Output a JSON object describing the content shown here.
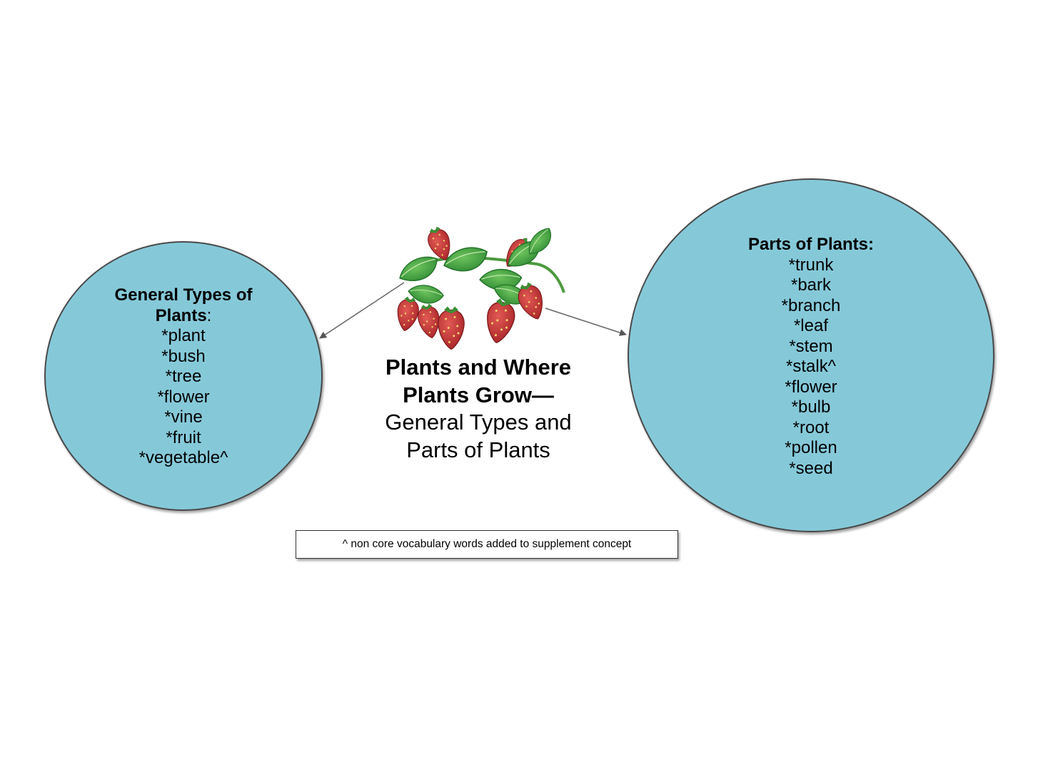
{
  "center": {
    "title_bold": "Plants and Where Plants Grow—",
    "title_normal": "General Types and Parts of Plants"
  },
  "left_circle": {
    "title": "General Types of Plants",
    "title_suffix": ":",
    "items": [
      "*plant",
      "*bush",
      "*tree",
      "*flower",
      "*vine",
      "*fruit",
      "*vegetable^"
    ]
  },
  "right_circle": {
    "title": "Parts of Plants:",
    "items": [
      "*trunk",
      "*bark",
      "*branch",
      "*leaf",
      "*stem",
      "*stalk^",
      "*flower",
      "*bulb",
      "*root",
      "*pollen",
      "*seed"
    ]
  },
  "note": {
    "text": "^ non core vocabulary words added to supplement concept"
  },
  "colors": {
    "circle_fill": "#85c9d9",
    "circle_border": "#4a4a4a",
    "arrow": "#555555",
    "berry": "#c8393a",
    "leaf": "#3c9c3a"
  },
  "icons": {
    "center_image": "strawberry-plant-icon"
  }
}
